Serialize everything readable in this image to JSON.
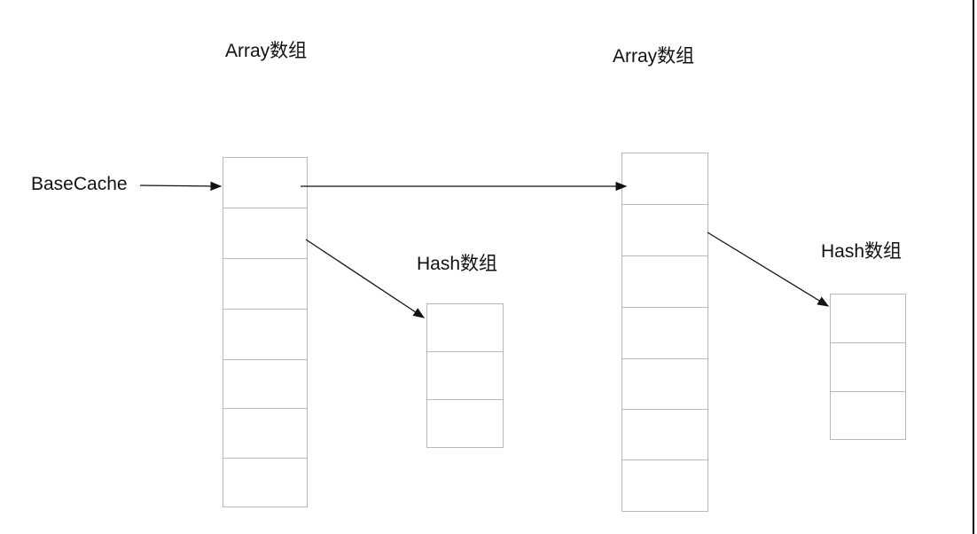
{
  "diagram": {
    "labels": {
      "array_left": "Array数组",
      "array_right": "Array数组",
      "hash_left": "Hash数组",
      "hash_right": "Hash数组",
      "base_cache": "BaseCache"
    },
    "structures": {
      "array_left_cells": 7,
      "array_right_cells": 7,
      "hash_left_cells": 3,
      "hash_right_cells": 3
    },
    "colors": {
      "cell_border": "#b8b8b8",
      "arrow": "#111111",
      "frame_border": "#000000"
    }
  }
}
